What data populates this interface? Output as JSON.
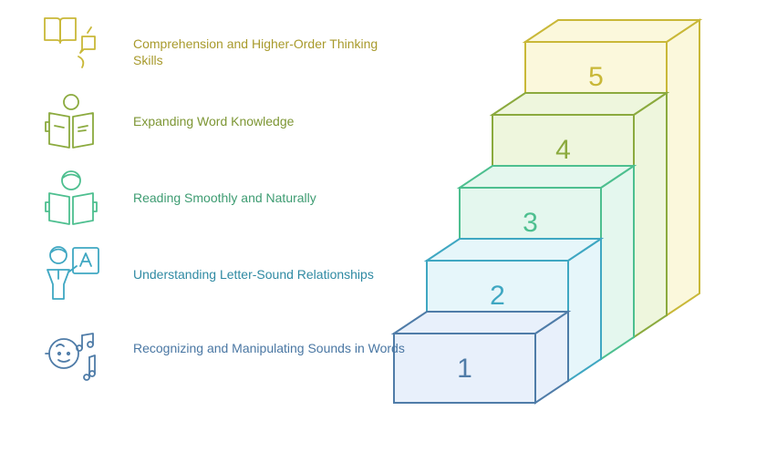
{
  "steps": [
    {
      "number": "1",
      "label": "Recognizing and Manipulating Sounds in Words",
      "icon": "baby-music-icon",
      "color": "#4F7CA8",
      "fill": "#E8F0FB"
    },
    {
      "number": "2",
      "label": "Understanding Letter-Sound Relationships",
      "icon": "child-letter-board-icon",
      "color": "#3FA7C2",
      "fill": "#E6F6FA"
    },
    {
      "number": "3",
      "label": "Reading Smoothly and Naturally",
      "icon": "child-reading-icon",
      "color": "#4DBF8F",
      "fill": "#E4F7EE"
    },
    {
      "number": "4",
      "label": "Expanding Word Knowledge",
      "icon": "person-reading-book-icon",
      "color": "#8BAA3E",
      "fill": "#EEF6DD"
    },
    {
      "number": "5",
      "label": "Comprehension and Higher-Order Thinking Skills",
      "icon": "book-thought-bubble-icon",
      "color": "#C9B838",
      "fill": "#FBF8DC"
    }
  ]
}
